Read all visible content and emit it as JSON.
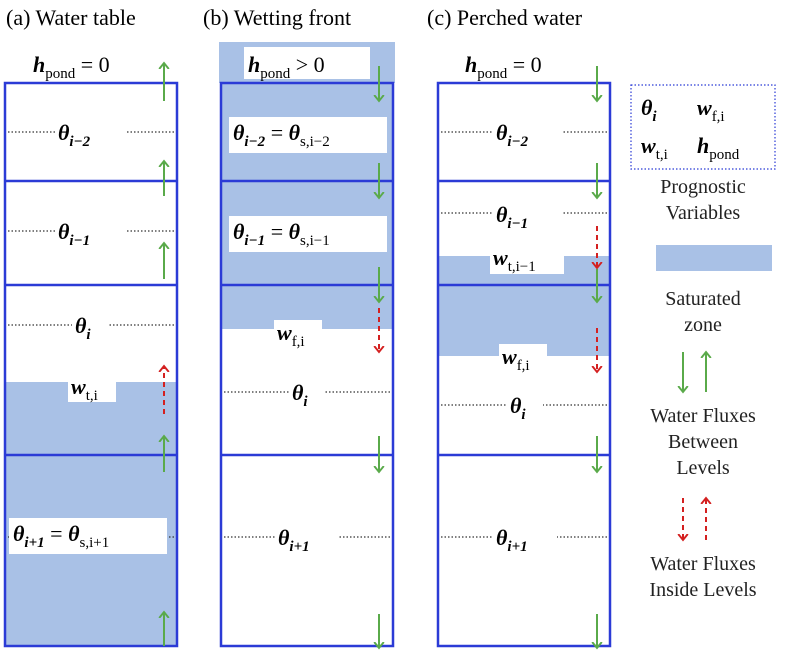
{
  "panels": [
    {
      "title": "(a) Water table"
    },
    {
      "title": "(b) Wetting front"
    },
    {
      "title": "(c) Perched water"
    }
  ],
  "labels": {
    "theta": "θ",
    "theta_s": "θ",
    "w": "w",
    "h": "h",
    "sub_i": "i",
    "sub_im1": "i−1",
    "sub_im2": "i−2",
    "sub_ip1": "i+1",
    "sub_s_im2": "s,i−2",
    "sub_s_im1": "s,i−1",
    "sub_s_ip1": "s,i+1",
    "sub_t_i": "t,i",
    "sub_t_im1": "t,i−1",
    "sub_f_i": "f,i",
    "sub_pond": "pond",
    "eq": " = ",
    "pond_eq_zero": " = 0",
    "pond_gt_zero": " > 0"
  },
  "legend": {
    "prognostic_box": [
      "θ",
      "w",
      "w",
      "h"
    ],
    "prognostic_label": [
      "Prognostic",
      "Variables"
    ],
    "saturated_label": [
      "Saturated",
      "zone"
    ],
    "between_label": [
      "Water Fluxes",
      "Between",
      "Levels"
    ],
    "inside_label": [
      "Water Fluxes",
      "Inside Levels"
    ]
  },
  "colors": {
    "border": "#2b3bd6",
    "saturated": "#a9c1e6",
    "green_arrow": "#5aaa4a",
    "red_arrow": "#d42020"
  }
}
